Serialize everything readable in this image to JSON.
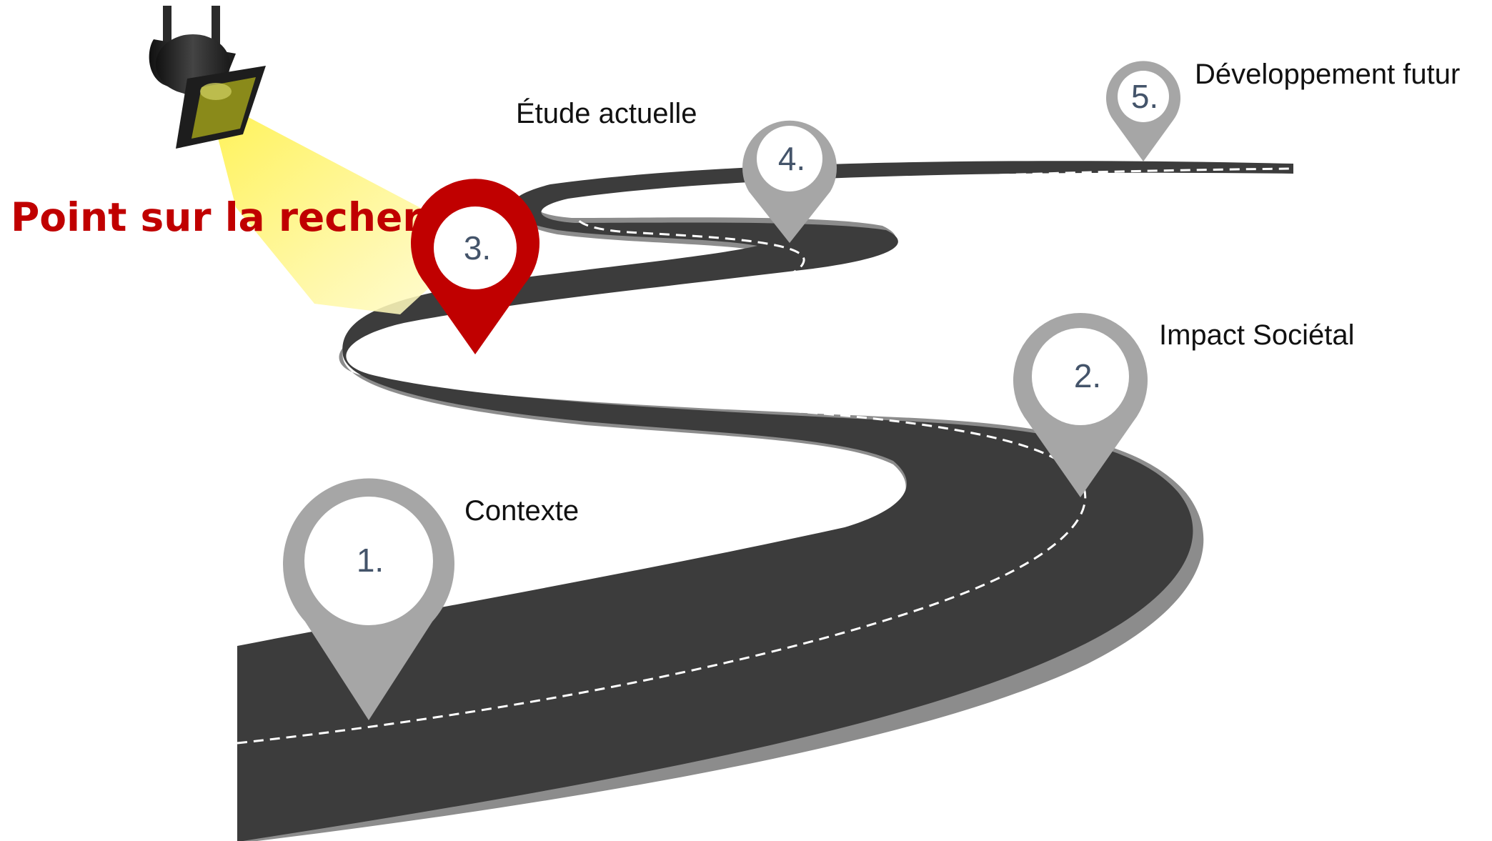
{
  "headline": {
    "text": "Point sur la recherche",
    "color": "#c00000"
  },
  "active_milestone": "3.",
  "milestones": [
    {
      "number": "1.",
      "label": "Contexte"
    },
    {
      "number": "2.",
      "label": "Impact Sociétal"
    },
    {
      "number": "3.",
      "label": ""
    },
    {
      "number": "4.",
      "label": "Étude actuelle"
    },
    {
      "number": "5.",
      "label": "Développement futur"
    }
  ],
  "colors": {
    "road": "#3c3c3c",
    "road_shadow": "#8c8c8c",
    "road_dash": "#ffffff",
    "pin": "#a6a6a6",
    "pin_active": "#c00000",
    "number": "#44546a",
    "spotlight_beam": "#fff68a",
    "spotlight_body": "#2a2a2a"
  },
  "icons": {
    "spotlight": "spotlight-icon",
    "pin": "map-pin-icon"
  }
}
